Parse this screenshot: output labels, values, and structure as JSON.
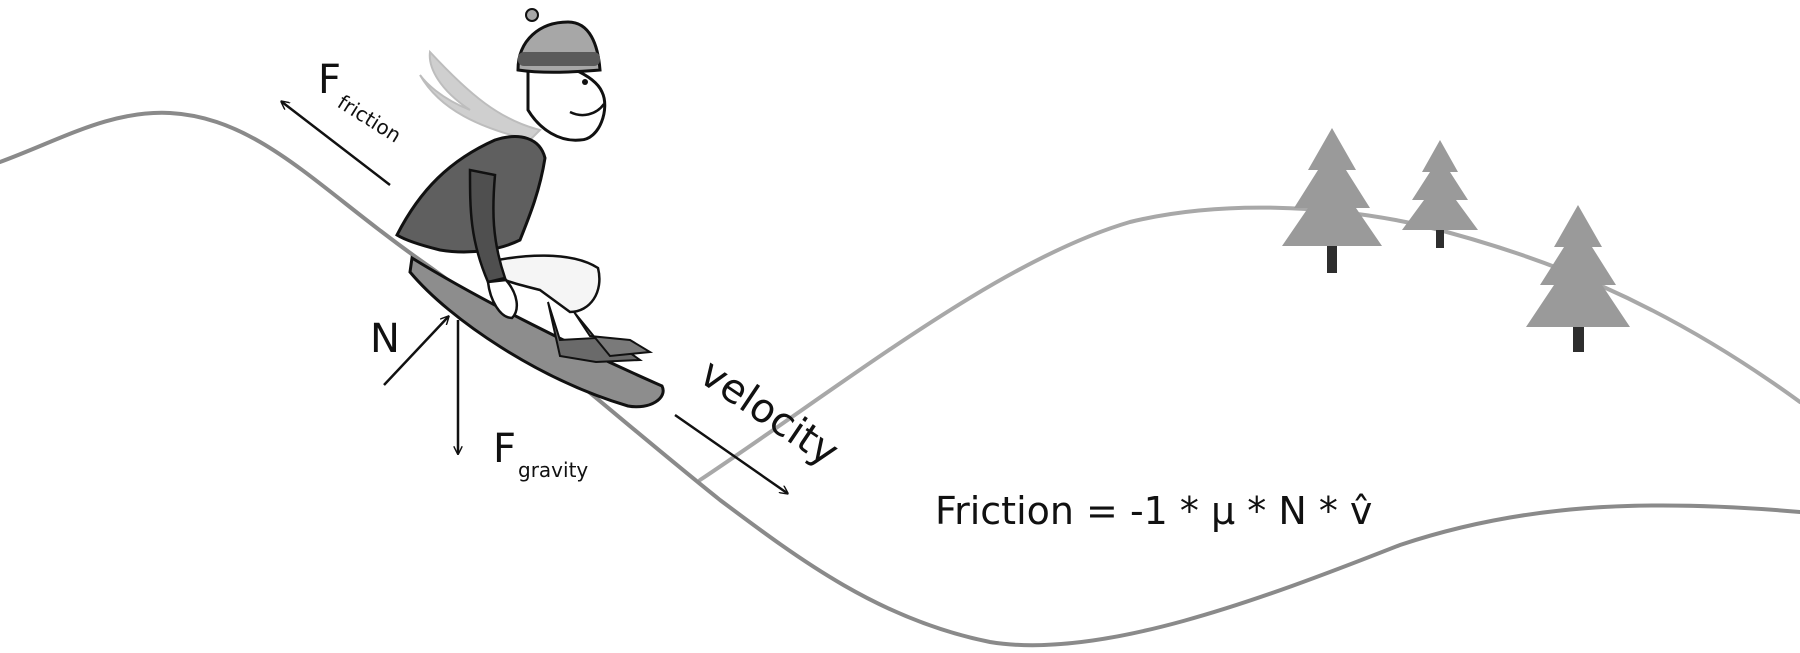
{
  "labels": {
    "friction_main": "F",
    "friction_sub": "friction",
    "normal": "N",
    "gravity_main": "F",
    "gravity_sub": "gravity",
    "velocity": "velocity",
    "equation": "Friction = -1 * μ * N * v̂"
  },
  "colors": {
    "near_hill": "#8a8a8a",
    "far_hill": "#a8a8a8",
    "tree": "#9a9a9a",
    "trunk": "#2e2e2e",
    "jacket": "#5f5f5f",
    "sled": "#8d8d8d",
    "scarf": "#cfcfcf",
    "ink": "#111111"
  },
  "icons": [
    "tree-icon",
    "sledder-icon",
    "arrow-icon"
  ]
}
